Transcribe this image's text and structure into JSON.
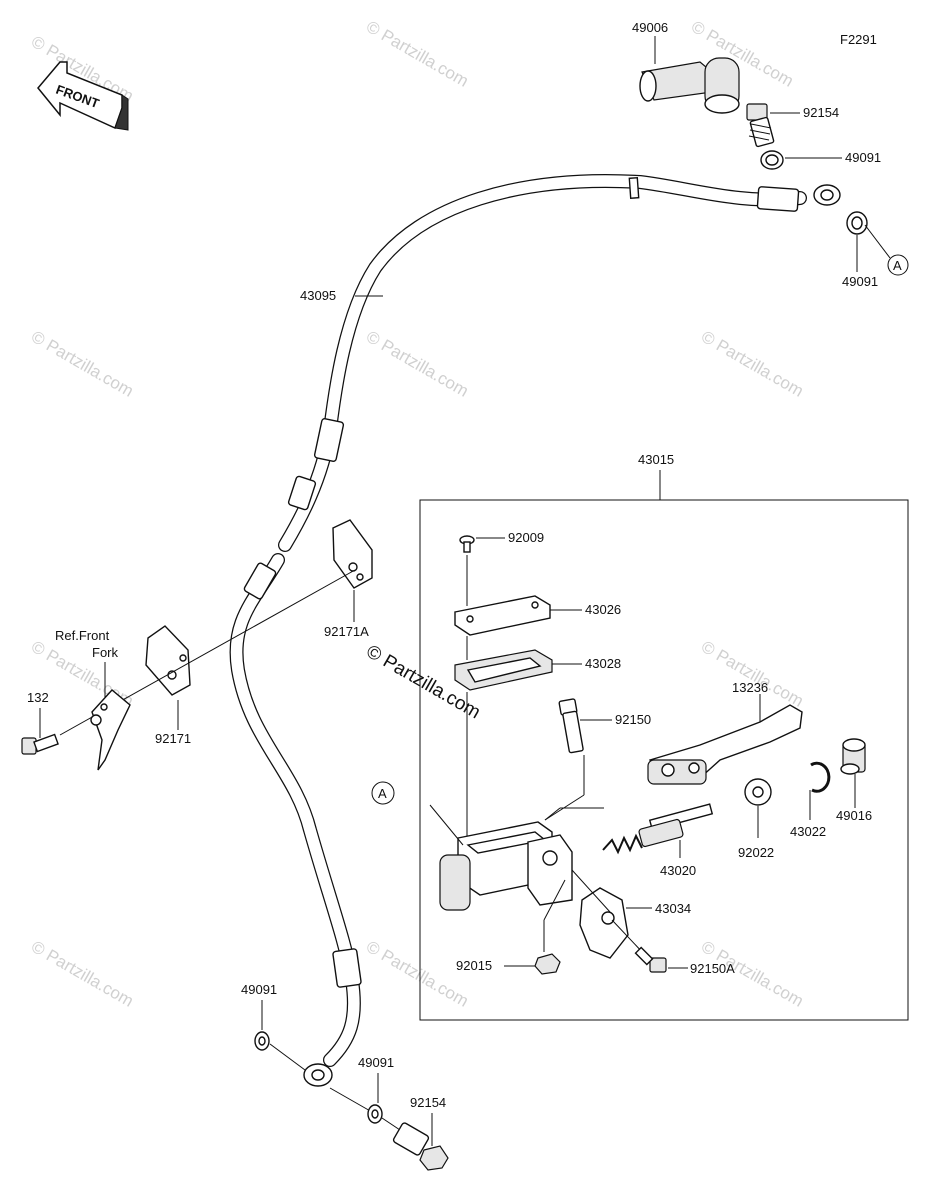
{
  "figure_code": "F2291",
  "front_label": "FRONT",
  "watermark_text": "© Partzilla.com",
  "center_watermark": "© Partzilla.com",
  "ref_note": [
    "Ref.Front",
    "Fork"
  ],
  "parts": {
    "p49006": "49006",
    "p92154_top": "92154",
    "p49091_top1": "49091",
    "p49091_top2": "49091",
    "p43095": "43095",
    "p43015": "43015",
    "p92009": "92009",
    "p43026": "43026",
    "p43028": "43028",
    "p92150": "92150",
    "p13236": "13236",
    "p92171A": "92171A",
    "p92171": "92171",
    "p132": "132",
    "p49016": "49016",
    "p43022": "43022",
    "p92022": "92022",
    "p43020": "43020",
    "p43034": "43034",
    "p92015": "92015",
    "p92150A": "92150A",
    "p49091_bot1": "49091",
    "p49091_bot2": "49091",
    "p92154_bot": "92154"
  },
  "callout_a": "A"
}
